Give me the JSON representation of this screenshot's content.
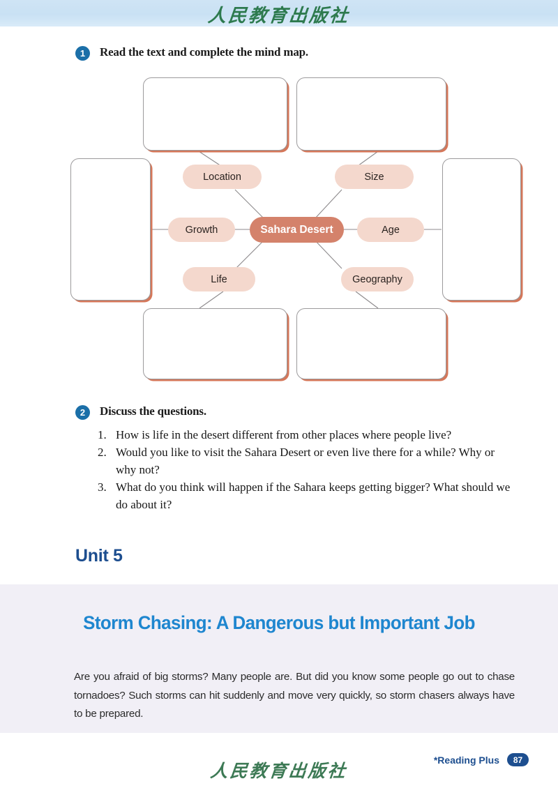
{
  "page": {
    "publisher_logo_text": "人民教育出版社",
    "footer_label": "*Reading Plus",
    "page_number": "87"
  },
  "activity_one": {
    "number": "1",
    "title": "Read the text and complete the mind map."
  },
  "mindmap": {
    "center_label": "Sahara Desert",
    "nodes": [
      {
        "label": "Location"
      },
      {
        "label": "Size"
      },
      {
        "label": "Growth"
      },
      {
        "label": "Age"
      },
      {
        "label": "Life"
      },
      {
        "label": "Geography"
      }
    ],
    "answer_boxes": [
      {
        "id": "box-location",
        "value": ""
      },
      {
        "id": "box-size",
        "value": ""
      },
      {
        "id": "box-growth",
        "value": ""
      },
      {
        "id": "box-age",
        "value": ""
      },
      {
        "id": "box-life",
        "value": ""
      },
      {
        "id": "box-geography",
        "value": ""
      }
    ],
    "colors": {
      "center_fill": "#d4826b",
      "node_fill": "#f4d8cd",
      "box_border": "#9c9a9c",
      "box_shadow": "#d4775a",
      "connector": "#8d8a8c"
    }
  },
  "activity_two": {
    "number": "2",
    "title": "Discuss the questions.",
    "questions": [
      {
        "num": "1.",
        "text": "How is life in the desert different from other places where people live?"
      },
      {
        "num": "2.",
        "text": "Would you like to visit the Sahara Desert or even live there for a while? Why or why not?"
      },
      {
        "num": "3.",
        "text": "What do you think will happen if the Sahara keeps getting bigger? What should we do about it?"
      }
    ]
  },
  "unit": {
    "heading": "Unit 5"
  },
  "reading": {
    "title": "Storm Chasing: A Dangerous but Important Job",
    "body": "Are you afraid of big storms? Many people are. But did you know some people go out to chase tornadoes? Such storms can hit suddenly and move very quickly, so storm chasers always have to be prepared.",
    "background_color": "#f1eff6",
    "title_color": "#1e86cf"
  }
}
